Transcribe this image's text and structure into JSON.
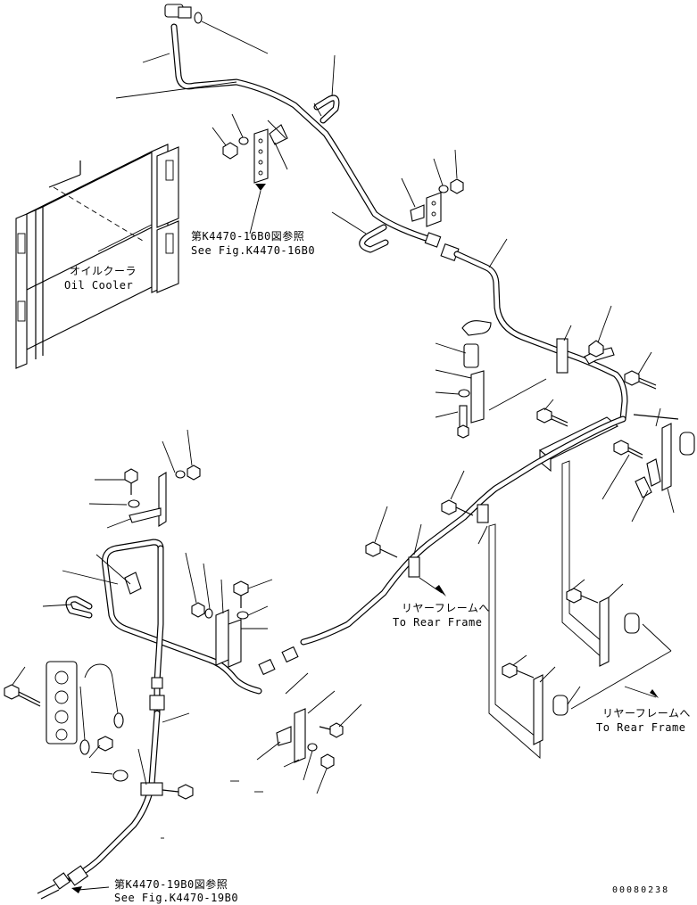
{
  "labels": {
    "oil_cooler_jp": "オイルクーラ",
    "oil_cooler_en": "Oil Cooler",
    "ref_top_jp": "第K4470-16B0図参照",
    "ref_top_en": "See Fig.K4470-16B0",
    "rear_frame_mid_jp": "リヤーフレームへ",
    "rear_frame_mid_en": "To Rear Frame",
    "rear_frame_right_jp": "リヤーフレームへ",
    "rear_frame_right_en": "To Rear Frame",
    "ref_bottom_jp": "第K4470-19B0図参照",
    "ref_bottom_en": "See Fig.K4470-19B0",
    "drawing_code": "00080238"
  }
}
